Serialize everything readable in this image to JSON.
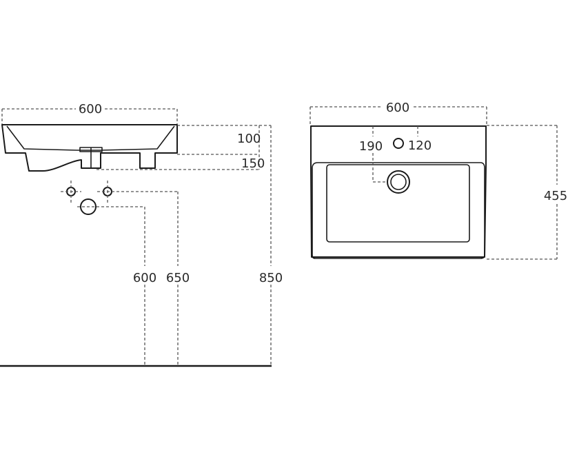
{
  "side_view": {
    "dims": {
      "width": "600",
      "basin_height": "100",
      "depth_total": "150",
      "valve_height": "600",
      "drain_height": "650",
      "rim_height": "850"
    }
  },
  "top_view": {
    "dims": {
      "width": "600",
      "drain_offset": "190",
      "tap_hole_offset": "120",
      "depth": "455"
    }
  }
}
